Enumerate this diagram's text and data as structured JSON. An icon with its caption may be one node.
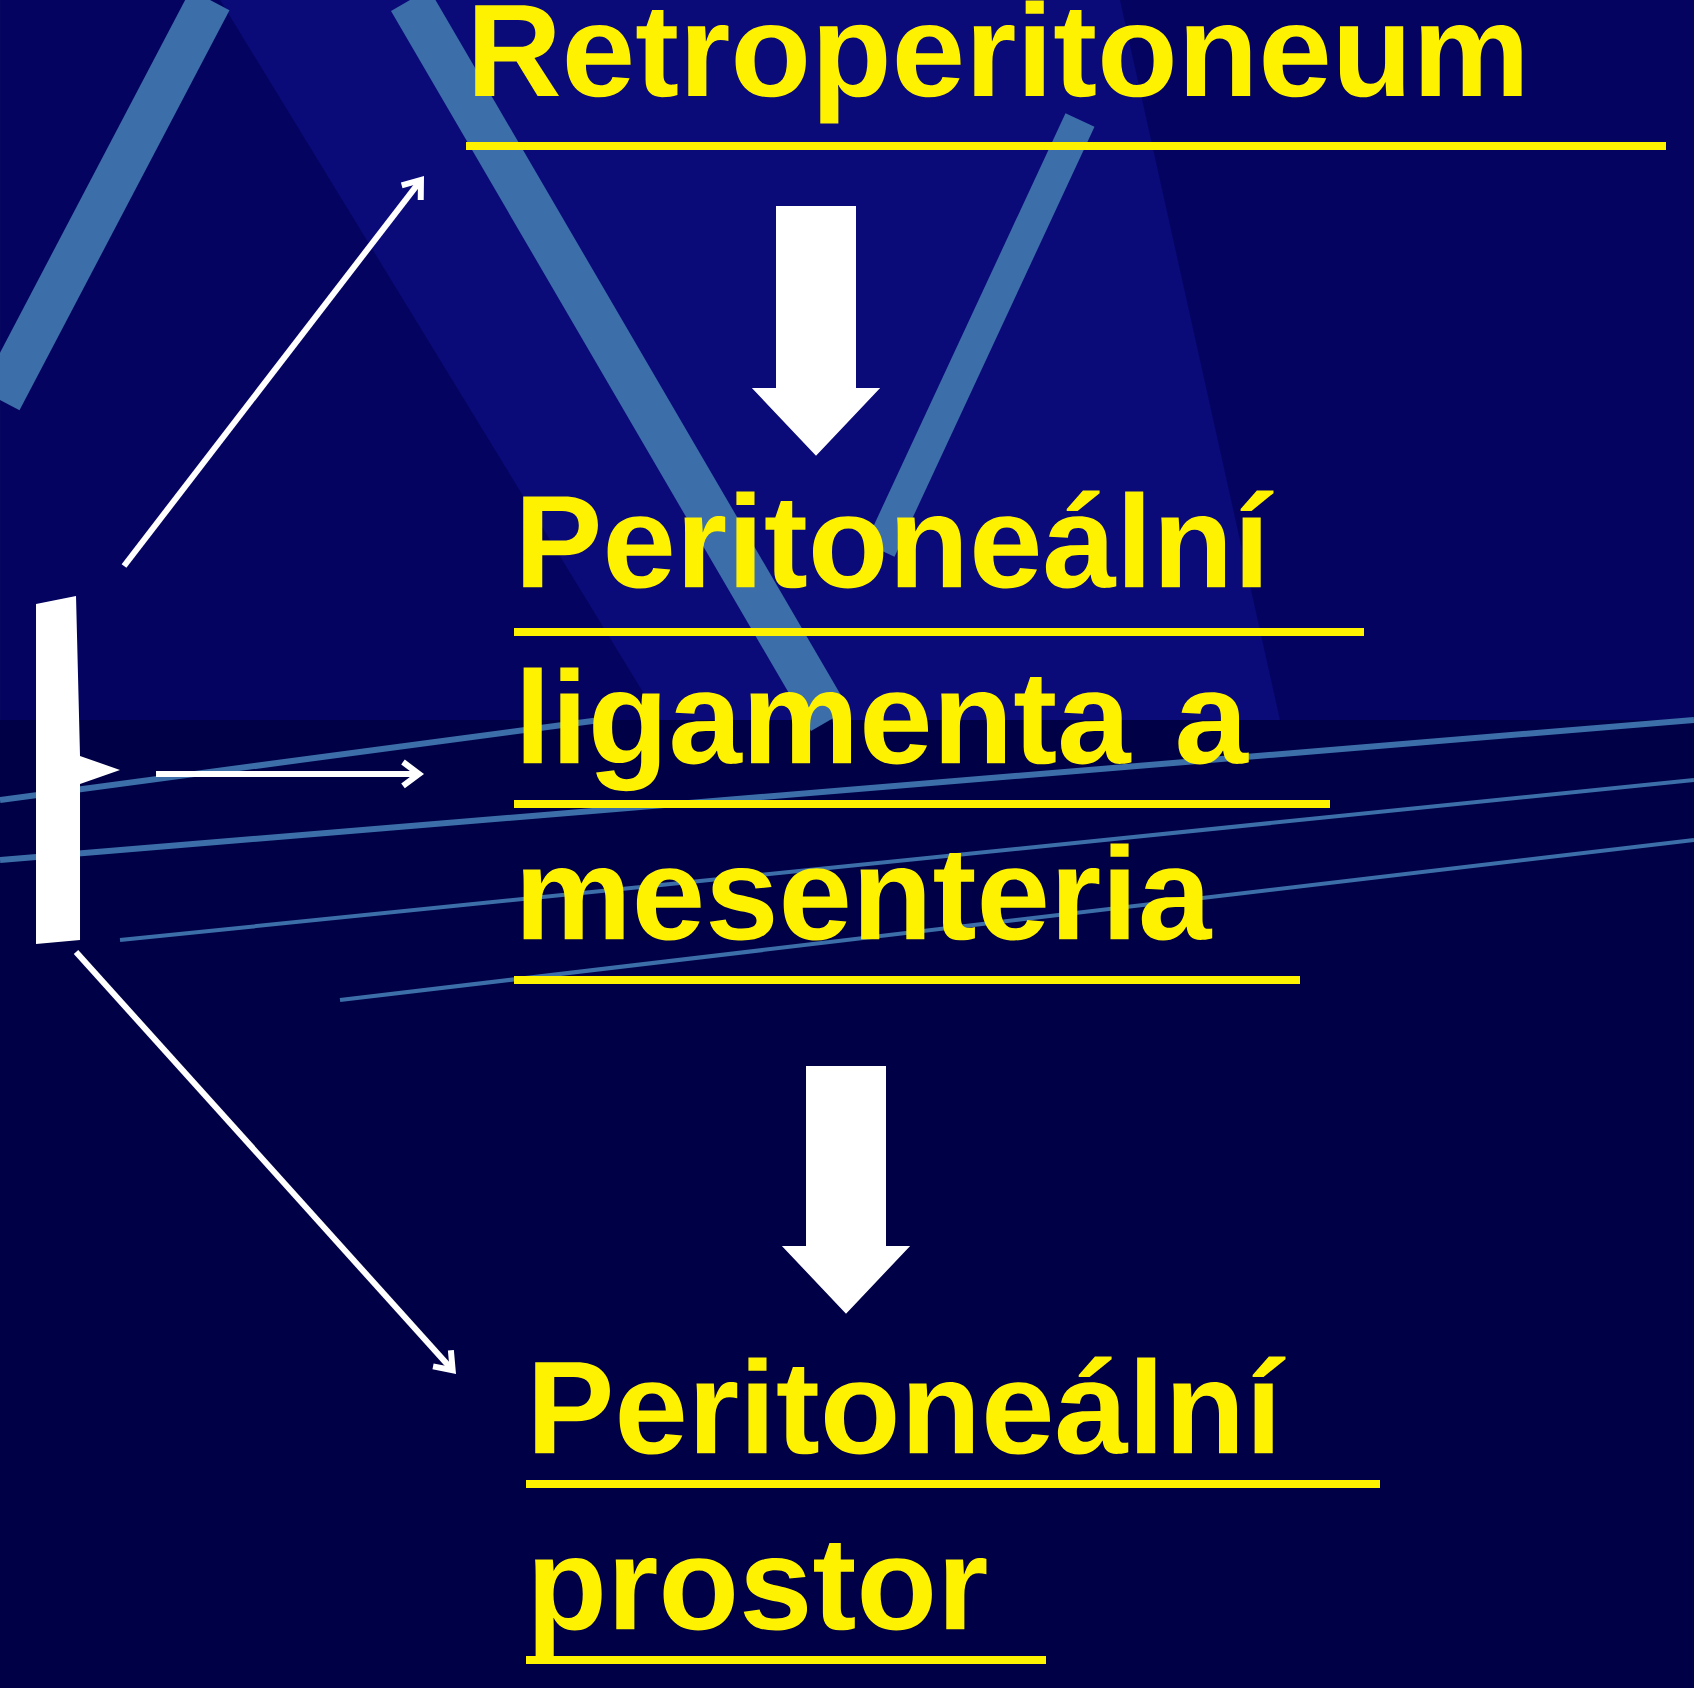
{
  "diagram": {
    "nodes": [
      {
        "text": [
          "Retroperitoneum"
        ]
      },
      {
        "text": [
          "Peritoneální ligamenta a mesenteria"
        ]
      },
      {
        "text": [
          "Peritoneální prostor"
        ]
      },
      {
        "text": [],
        "shape": "brace"
      }
    ],
    "edges": [
      {
        "from": 0,
        "to": 1,
        "arrow": "to",
        "style": "thick"
      },
      {
        "from": 1,
        "to": 2,
        "arrow": "to",
        "style": "thick"
      },
      {
        "from": 3,
        "to": 0,
        "arrow": "to"
      },
      {
        "from": 3,
        "to": 1,
        "arrow": "to"
      },
      {
        "from": 3,
        "to": 2,
        "arrow": "to"
      }
    ]
  }
}
